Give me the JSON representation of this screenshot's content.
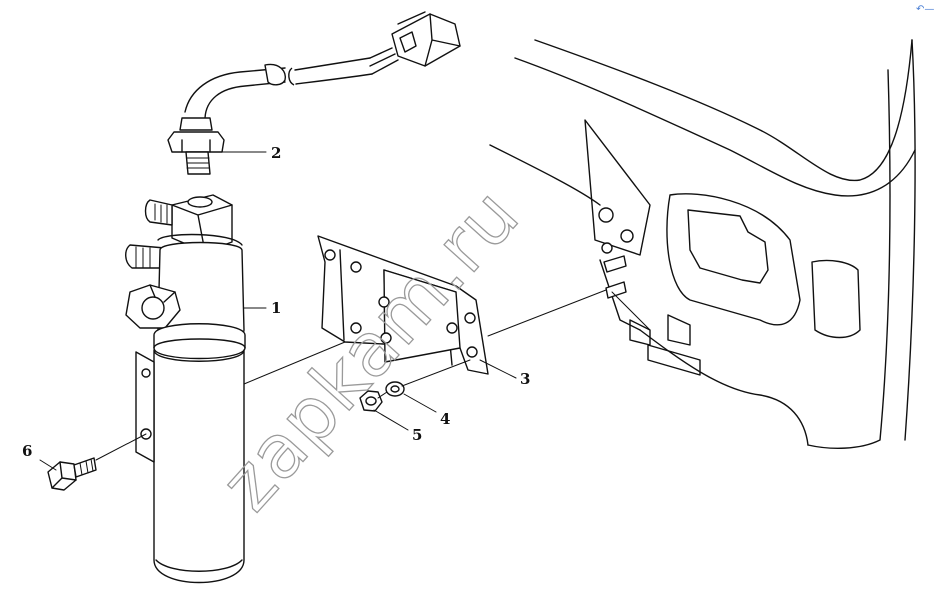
{
  "watermark": {
    "text": "zapkam.ru"
  },
  "corner_mark": "↶—",
  "callouts": [
    {
      "id": "1",
      "label": "1"
    },
    {
      "id": "2",
      "label": "2"
    },
    {
      "id": "3",
      "label": "3"
    },
    {
      "id": "4",
      "label": "4"
    },
    {
      "id": "5",
      "label": "5"
    },
    {
      "id": "6",
      "label": "6"
    }
  ]
}
